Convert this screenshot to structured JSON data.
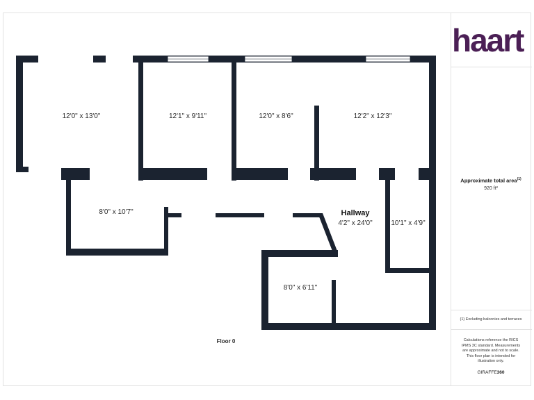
{
  "brand": {
    "name": "haart",
    "color": "#4b1f55"
  },
  "rooms": [
    {
      "id": "room-1",
      "dimensions": "12'0\" x 13'0\""
    },
    {
      "id": "room-2",
      "dimensions": "12'1\" x 9'11\""
    },
    {
      "id": "room-3",
      "dimensions": "12'0\" x 8'6\""
    },
    {
      "id": "room-4",
      "dimensions": "12'2\" x 12'3\""
    },
    {
      "id": "room-5",
      "dimensions": "8'0\" x 10'7\""
    },
    {
      "id": "hallway",
      "name": "Hallway",
      "dimensions": "4'2\" x 24'0\""
    },
    {
      "id": "room-7",
      "dimensions": "10'1\" x 4'9\""
    },
    {
      "id": "room-8",
      "dimensions": "8'0\" x 6'11\""
    }
  ],
  "floor_label": "Floor 0",
  "area": {
    "label": "Approximate total area",
    "superscript": "(1)",
    "value": "920 ft²"
  },
  "footnote": "(1) Excluding balconies and terraces",
  "disclaimer": "Calculations reference the RICS IPMS 3C standard. Measurements are approximate and not to scale. This floor plan is intended for illustration only.",
  "credit": {
    "prefix": "GIRAFFE",
    "suffix": "360"
  },
  "colors": {
    "wall": "#1b2330",
    "window": "#ffffff"
  }
}
